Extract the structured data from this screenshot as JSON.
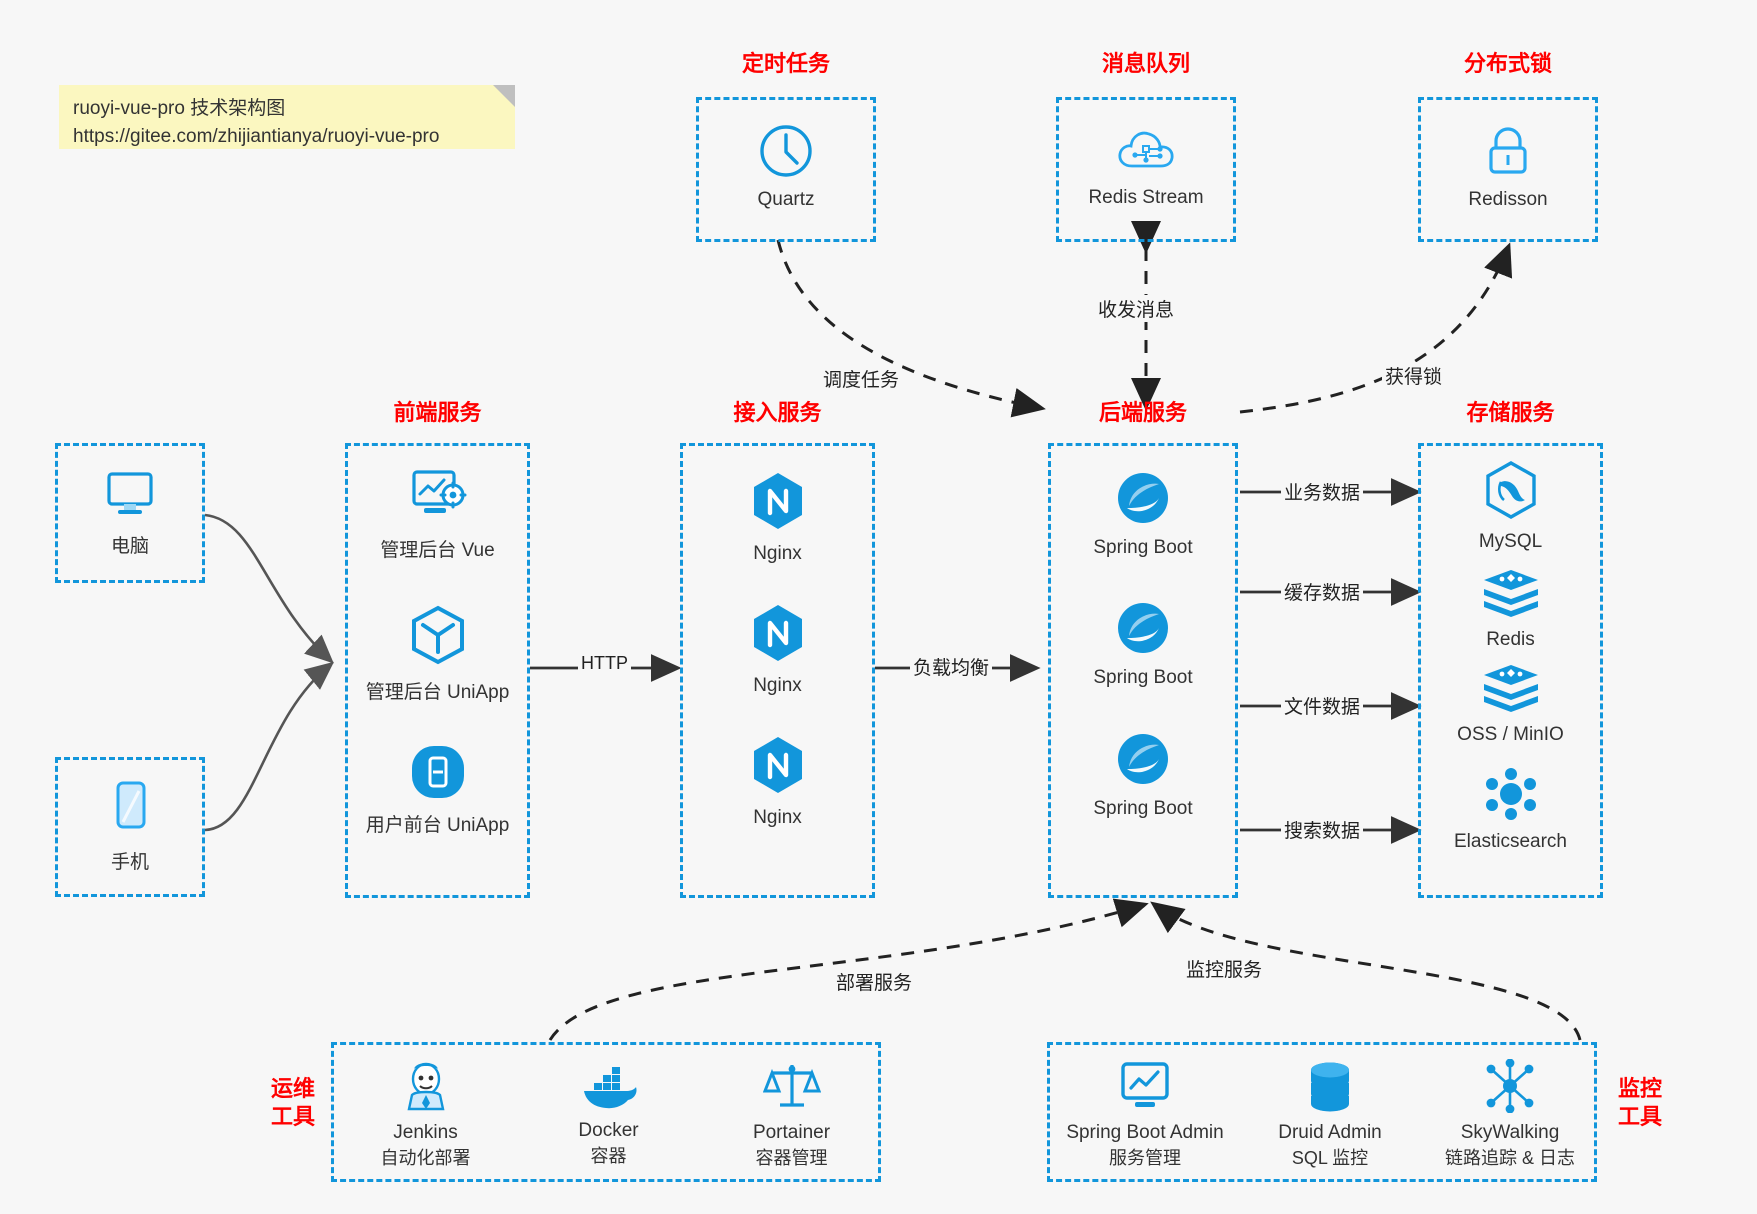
{
  "note": {
    "line1": "ruoyi-vue-pro 技术架构图",
    "line2": "https://gitee.com/zhijiantianya/ruoyi-vue-pro"
  },
  "groups": {
    "scheduler": {
      "title": "定时任务",
      "nodes": [
        {
          "label": "Quartz",
          "icon": "clock-icon"
        }
      ]
    },
    "mq": {
      "title": "消息队列",
      "nodes": [
        {
          "label": "Redis Stream",
          "icon": "cloud-network-icon"
        }
      ]
    },
    "lock": {
      "title": "分布式锁",
      "nodes": [
        {
          "label": "Redisson",
          "icon": "padlock-icon"
        }
      ]
    },
    "clients": {
      "nodes": [
        {
          "label": "电脑",
          "icon": "desktop-monitor-icon"
        },
        {
          "label": "手机",
          "icon": "mobile-phone-icon"
        }
      ]
    },
    "frontend": {
      "title": "前端服务",
      "nodes": [
        {
          "label": "管理后台 Vue",
          "icon": "dashboard-gear-icon"
        },
        {
          "label": "管理后台 UniApp",
          "icon": "hexagon-cube-icon"
        },
        {
          "label": "用户前台 UniApp",
          "icon": "app-rounded-icon"
        }
      ]
    },
    "gateway": {
      "title": "接入服务",
      "nodes": [
        {
          "label": "Nginx",
          "icon": "nginx-icon"
        },
        {
          "label": "Nginx",
          "icon": "nginx-icon"
        },
        {
          "label": "Nginx",
          "icon": "nginx-icon"
        }
      ]
    },
    "backend": {
      "title": "后端服务",
      "nodes": [
        {
          "label": "Spring Boot",
          "icon": "spring-boot-icon"
        },
        {
          "label": "Spring Boot",
          "icon": "spring-boot-icon"
        },
        {
          "label": "Spring Boot",
          "icon": "spring-boot-icon"
        }
      ]
    },
    "storage": {
      "title": "存储服务",
      "nodes": [
        {
          "label": "MySQL",
          "icon": "mysql-dolphin-icon"
        },
        {
          "label": "Redis",
          "icon": "redis-stack-icon"
        },
        {
          "label": "OSS / MinIO",
          "icon": "oss-stack-icon"
        },
        {
          "label": "Elasticsearch",
          "icon": "elasticsearch-icon"
        }
      ]
    },
    "devops": {
      "title": "运维\n工具",
      "title_lines": [
        "运维",
        "工具"
      ],
      "nodes": [
        {
          "label": "Jenkins",
          "sublabel": "自动化部署",
          "icon": "jenkins-icon"
        },
        {
          "label": "Docker",
          "sublabel": "容器",
          "icon": "docker-whale-icon"
        },
        {
          "label": "Portainer",
          "sublabel": "容器管理",
          "icon": "portainer-scale-icon"
        }
      ]
    },
    "monitor": {
      "title_lines": [
        "监控",
        "工具"
      ],
      "nodes": [
        {
          "label": "Spring Boot Admin",
          "sublabel": "服务管理",
          "icon": "monitor-chart-icon"
        },
        {
          "label": "Druid Admin",
          "sublabel": "SQL 监控",
          "icon": "database-cylinder-icon"
        },
        {
          "label": "SkyWalking",
          "sublabel": "链路追踪 & 日志",
          "icon": "skywalking-nodes-icon"
        }
      ]
    }
  },
  "edges": {
    "http": "HTTP",
    "load_balance": "负载均衡",
    "schedule_task": "调度任务",
    "send_receive_message": "收发消息",
    "acquire_lock": "获得锁",
    "business_data": "业务数据",
    "cache_data": "缓存数据",
    "file_data": "文件数据",
    "search_data": "搜索数据",
    "deploy_service": "部署服务",
    "monitor_service": "监控服务"
  },
  "colors": {
    "accent": "#1296db",
    "title_red": "#ff0000",
    "note_bg": "#fbf7c0",
    "canvas_bg": "#f7f7f7",
    "arrow": "#333333"
  }
}
